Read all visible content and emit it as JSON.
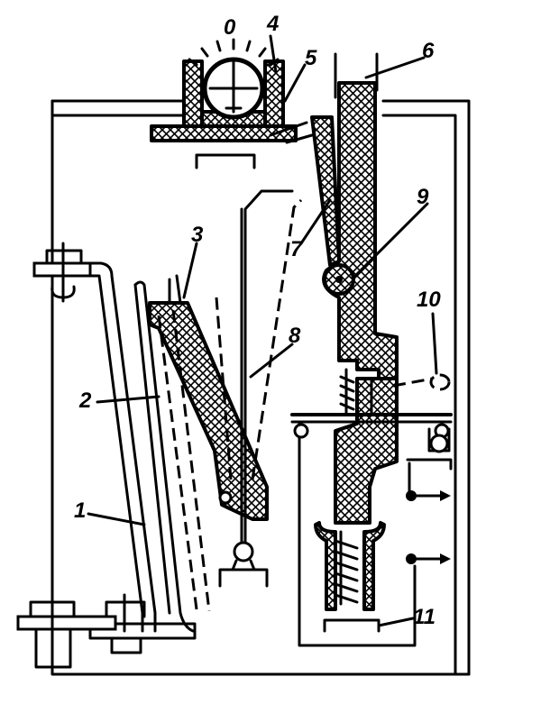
{
  "diagram": {
    "labels": {
      "l0": "0",
      "l1": "1",
      "l2": "2",
      "l3": "3",
      "l4": "4",
      "l5": "5",
      "l6": "6",
      "l7": "7",
      "l8": "8",
      "l9": "9",
      "l10": "10",
      "l11": "11"
    }
  }
}
